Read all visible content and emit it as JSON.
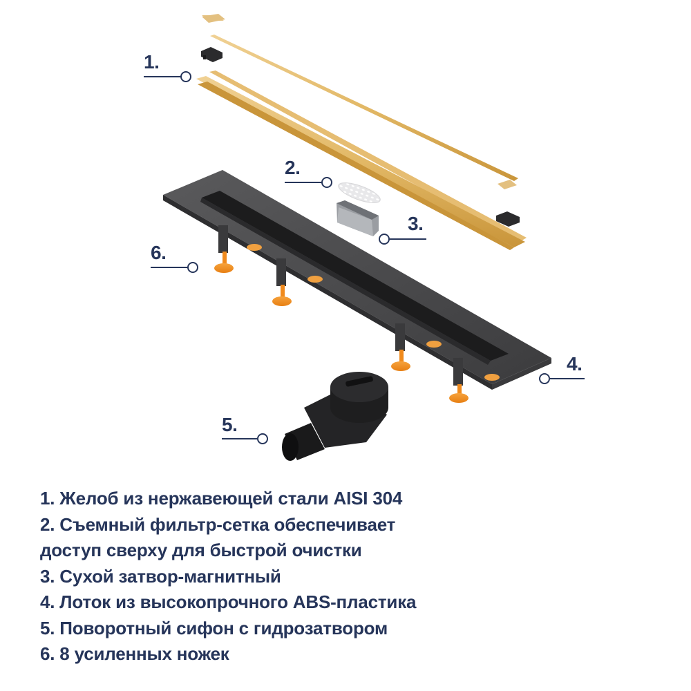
{
  "callouts": [
    {
      "id": 1,
      "label": "1.",
      "part": "stainless-steel-channel"
    },
    {
      "id": 2,
      "label": "2.",
      "part": "removable-filter-mesh"
    },
    {
      "id": 3,
      "label": "3.",
      "part": "dry-magnetic-trap"
    },
    {
      "id": 4,
      "label": "4.",
      "part": "abs-plastic-tray"
    },
    {
      "id": 5,
      "label": "5.",
      "part": "rotary-siphon"
    },
    {
      "id": 6,
      "label": "6.",
      "part": "reinforced-legs"
    }
  ],
  "legend": [
    "1. Желоб из нержавеющей стали AISI 304",
    "2. Съемный фильтр-сетка обеспечивает",
    "доступ сверху для быстрой очистки",
    "3. Сухой затвор-магнитный",
    "4. Лоток из высокопрочного ABS-пластика",
    "5. Поворотный сифон с гидрозатвором",
    "6. 8 усиленных ножек"
  ],
  "colors": {
    "text": "#26355a",
    "gold": "#e2b866",
    "gold_dark": "#c9953a",
    "tray": "#4a4a4c",
    "tray_dark": "#262628",
    "legs_orange": "#f08a1c",
    "siphon": "#1e1e1f",
    "trap_grey": "#8f9297"
  }
}
